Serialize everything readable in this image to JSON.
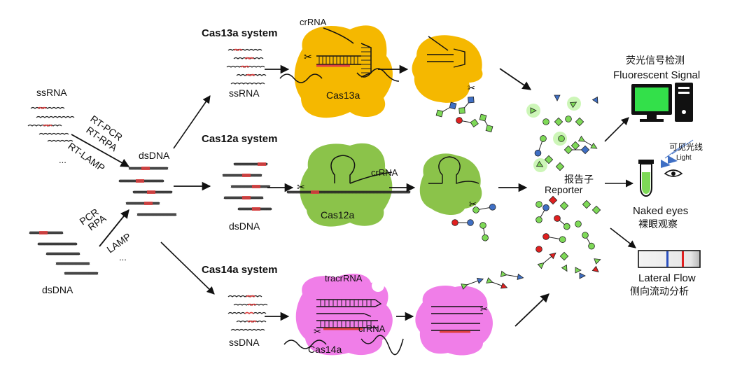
{
  "systems": {
    "cas13a": {
      "title": "Cas13a system",
      "guide": "crRNA",
      "target": "ssRNA",
      "enzyme": "Cas13a",
      "color": "#f5b800"
    },
    "cas12a": {
      "title": "Cas12a system",
      "guide": "crRNA",
      "target": "dsDNA",
      "enzyme": "Cas12a",
      "color": "#8bc34a"
    },
    "cas14a": {
      "title": "Cas14a system",
      "guide": "tracrRNA",
      "guide2": "crRNA",
      "target": "ssDNA",
      "enzyme": "Cas14a",
      "color": "#f07ee8"
    }
  },
  "inputs": {
    "ssrna": "ssRNA",
    "dsdna_top": "dsDNA",
    "dsdna_bottom": "dsDNA",
    "rt_methods": [
      "RT-PCR",
      "RT-RPA",
      "RT-LAMP"
    ],
    "methods": [
      "PCR",
      "RPA",
      "LAMP"
    ],
    "ellipsis": "..."
  },
  "reporter": {
    "cn": "报告子",
    "en": "Reporter"
  },
  "readouts": {
    "fluor_cn": "荧光信号检测",
    "fluor_en": "Fluorescent Signal",
    "visible_cn": "可见光线",
    "visible_en": "Light",
    "naked_en": "Naked eyes",
    "naked_cn": "裸眼观察",
    "lateral_en": "Lateral Flow",
    "lateral_cn": "侧向流动分析"
  },
  "colors": {
    "green": "#7ed957",
    "blue": "#3f6fc4",
    "red": "#e02020",
    "strand": "#222222",
    "highlight": "#e04040"
  }
}
